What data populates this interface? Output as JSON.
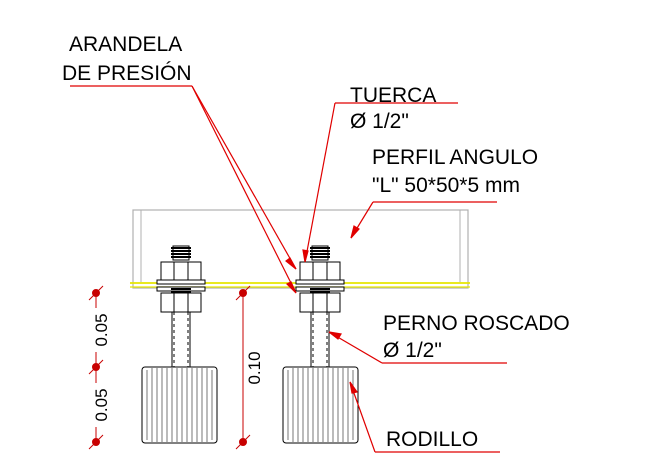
{
  "labels": {
    "washer_line1": "ARANDELA",
    "washer_line2": "DE PRESIÓN",
    "nut_line1": "TUERCA",
    "nut_line2": "Ø 1/2\"",
    "angle_line1": "PERFIL ANGULO",
    "angle_line2": "\"L\" 50*50*5 mm",
    "bolt_line1": "PERNO ROSCADO",
    "bolt_line2": "Ø 1/2\"",
    "roller": "RODILLO"
  },
  "dimensions": {
    "left_upper": "0.05",
    "left_lower": "0.05",
    "middle": "0.10"
  },
  "colors": {
    "leader": "#e00000",
    "dimension": "#c80000",
    "outline": "#000000",
    "profile": "#b0b0b0",
    "flange": "#e6e600"
  }
}
